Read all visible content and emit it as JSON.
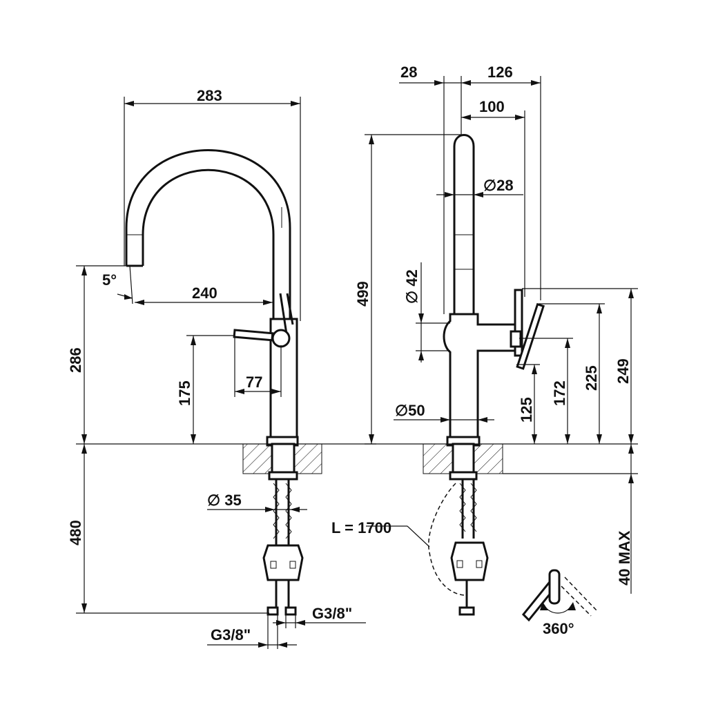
{
  "front_view": {
    "width_283": "283",
    "angle_5": "5°",
    "reach_240": "240",
    "height_286": "286",
    "handle_175": "175",
    "lever_77": "77",
    "diameter_35": "∅ 35",
    "hose_480": "480",
    "thread_left": "G3/8\"",
    "thread_right": "G3/8\""
  },
  "side_view": {
    "offset_28": "28",
    "offset_126": "126",
    "offset_100": "100",
    "diameter_28": "∅28",
    "height_499": "499",
    "diameter_42": "∅ 42",
    "diameter_50": "∅50",
    "height_125": "125",
    "height_172": "172",
    "height_225": "225",
    "height_249": "249",
    "max_40": "40 MAX",
    "hose_length": "L = 1700",
    "rotation": "360°"
  }
}
